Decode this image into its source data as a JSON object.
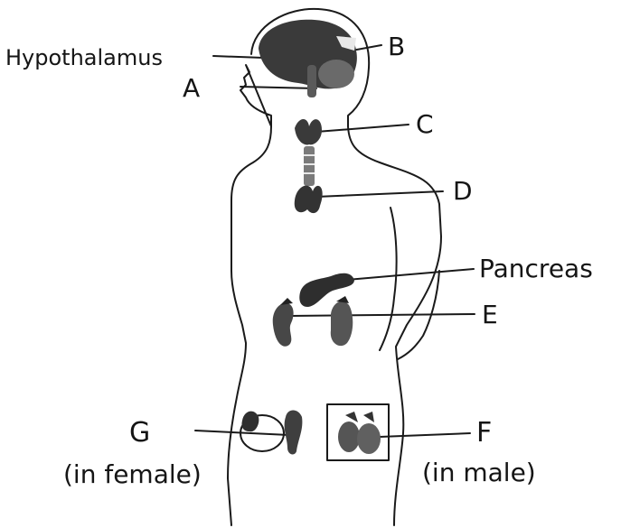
{
  "labels": {
    "hypothalamus": "Hypothalamus",
    "a": "A",
    "b": "B",
    "c": "C",
    "d": "D",
    "pancreas": "Pancreas",
    "e": "E",
    "g": "G",
    "g_note": "(in female)",
    "f": "F",
    "f_note": "(in male)"
  },
  "colors": {
    "line": "#1a1a1a",
    "organ_dark": "#2e2e2e",
    "organ_mid": "#555555",
    "organ_light": "#8a8a8a"
  }
}
